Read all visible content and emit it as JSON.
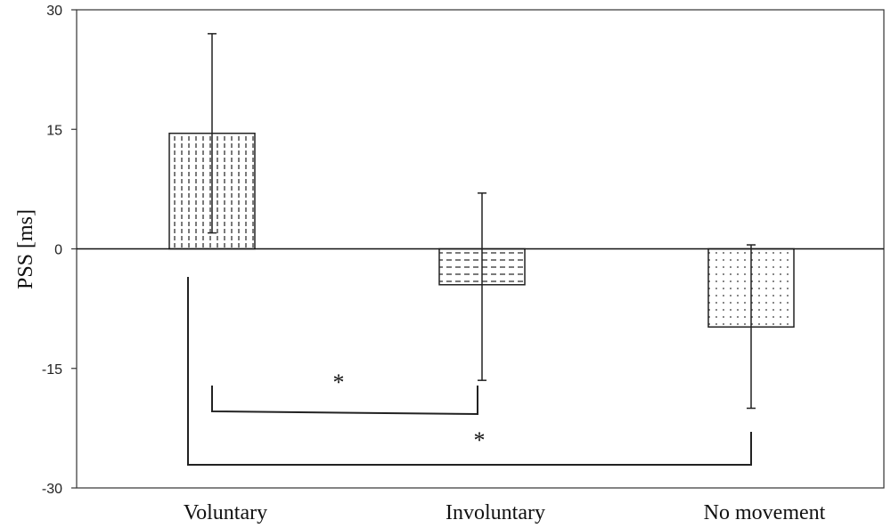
{
  "chart_data": {
    "type": "bar",
    "categories": [
      "Voluntary",
      "Involuntary",
      "No movement"
    ],
    "values": [
      14.5,
      -4.5,
      -9.8
    ],
    "error_high": [
      27,
      7,
      0.5
    ],
    "error_low": [
      2,
      -16.5,
      -20
    ],
    "ylabel": "PSS  [ms]",
    "ylim": [
      -30,
      30
    ],
    "yticks": [
      30,
      15,
      0,
      -15,
      -30
    ],
    "ytick_labels": [
      "30",
      "15",
      "0",
      "-15",
      "-30"
    ],
    "grid": false,
    "patterns": [
      "vertical-dashes",
      "horizontal-dashes",
      "dots"
    ],
    "bar_fill": "#ffffff",
    "bar_stroke": "#222222",
    "significance": [
      {
        "from": "Voluntary",
        "to": "Involuntary",
        "label": "*"
      },
      {
        "from": "Voluntary",
        "to": "No movement",
        "label": "*"
      }
    ]
  }
}
